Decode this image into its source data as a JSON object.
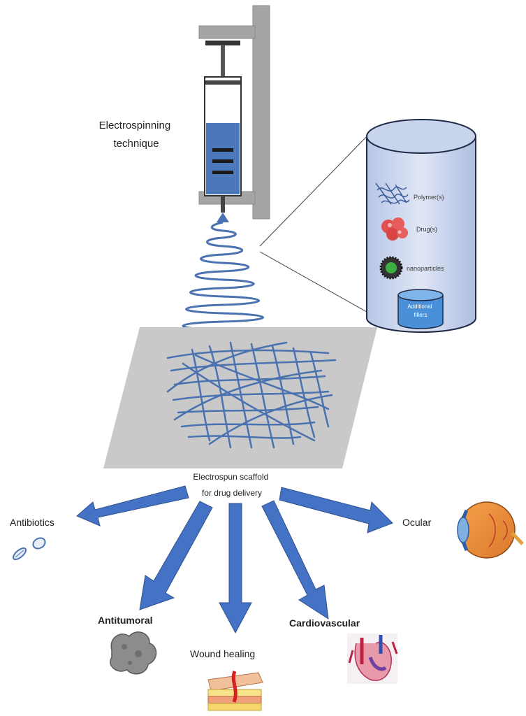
{
  "title_lines": [
    "Electrospinning",
    "technique"
  ],
  "scaffold_label_lines": [
    "Electrospun scaffold",
    "for drug delivery"
  ],
  "zoom_items": [
    "Polymer(s)",
    "Drug(s)",
    "nanoparticles"
  ],
  "zoom_container_label_lines": [
    "Additional",
    "fillers"
  ],
  "applications": {
    "antibiotics": "Antibiotics",
    "ocular": "Ocular",
    "antitumoral": "Antitumoral",
    "wound_healing": "Wound healing",
    "cardiovascular": "Cardiovascular"
  },
  "colors": {
    "syringe_liquid": "#4a78b8",
    "stand": "#a5a5a5",
    "fiber": "#4a72b0",
    "arrow": "#4472c4",
    "collector": "#c9c9c9",
    "drug": "#e05050",
    "nanoparticle_core": "#3cb043",
    "cylinder": "#cbd6ee"
  }
}
